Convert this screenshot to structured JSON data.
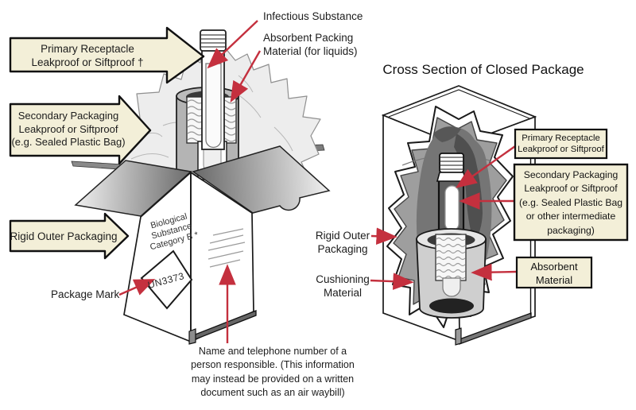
{
  "figure": {
    "kind": "packaging-instruction-diagram",
    "subject": "Biological Substance Category B (UN3373) packaging"
  },
  "left_diagram": {
    "arrow_labels": {
      "primary": "Primary Receptacle\nLeakproof or Siftproof †",
      "secondary": "Secondary Packaging\nLeakproof or Siftproof\n(e.g. Sealed Plastic Bag)",
      "rigid_outer": "Rigid Outer Packaging"
    },
    "callouts": {
      "infectious_substance": "Infectious Substance",
      "absorbent_packing": "Absorbent Packing\nMaterial (for liquids)",
      "package_mark": "Package Mark",
      "responsible_note": "Name and telephone number of a\nperson responsible. (This information\nmay instead be provided on a written\ndocument such as an air waybill)"
    },
    "box_markings": {
      "category_text": "Biological\nSubstance\nCategory B *",
      "un_mark": "UN3373"
    }
  },
  "right_diagram": {
    "title": "Cross Section of Closed Package",
    "boxed_labels": {
      "primary": "Primary Receptacle\nLeakproof or Siftproof",
      "secondary": "Secondary Packaging\nLeakproof or Siftproof\n(e.g. Sealed Plastic Bag\nor other intermediate\npackaging)",
      "absorbent": "Absorbent\nMaterial"
    },
    "plain_labels": {
      "rigid_outer": "Rigid Outer\nPackaging",
      "cushioning": "Cushioning\nMaterial"
    }
  },
  "colors": {
    "label_fill": "#f3efd8",
    "callout_red": "#c4303e",
    "outline": "#1a1a1a",
    "cushion_gray": "#9e9e9e",
    "bag_gray": "#757575"
  }
}
